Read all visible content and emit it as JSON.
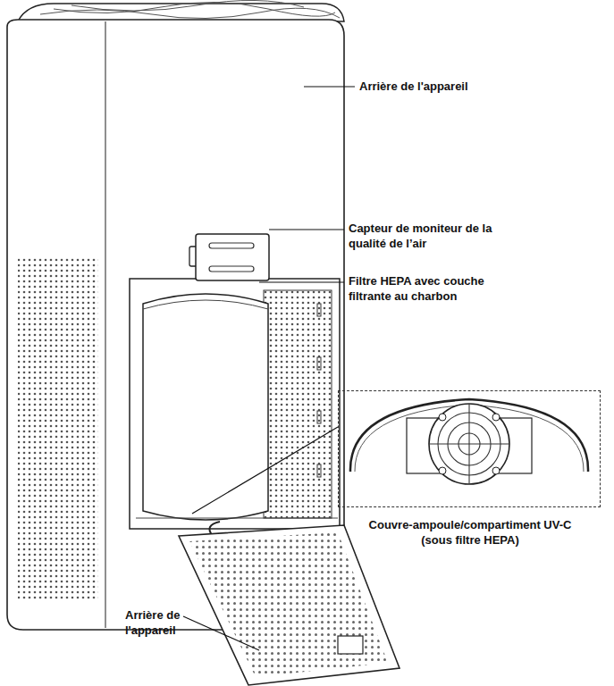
{
  "diagram": {
    "nodes": [
      {
        "text": [
          "Couvre-ampoule/compartiment UV-C (sous filtre HEPA)"
        ]
      }
    ],
    "labels": [
      "Arrière de l'appareil",
      "Capteur de moniteur de la qualité de l’air",
      "Filtre HEPA avec couche filtrante au charbon",
      "Arrière de l'appareil"
    ]
  }
}
